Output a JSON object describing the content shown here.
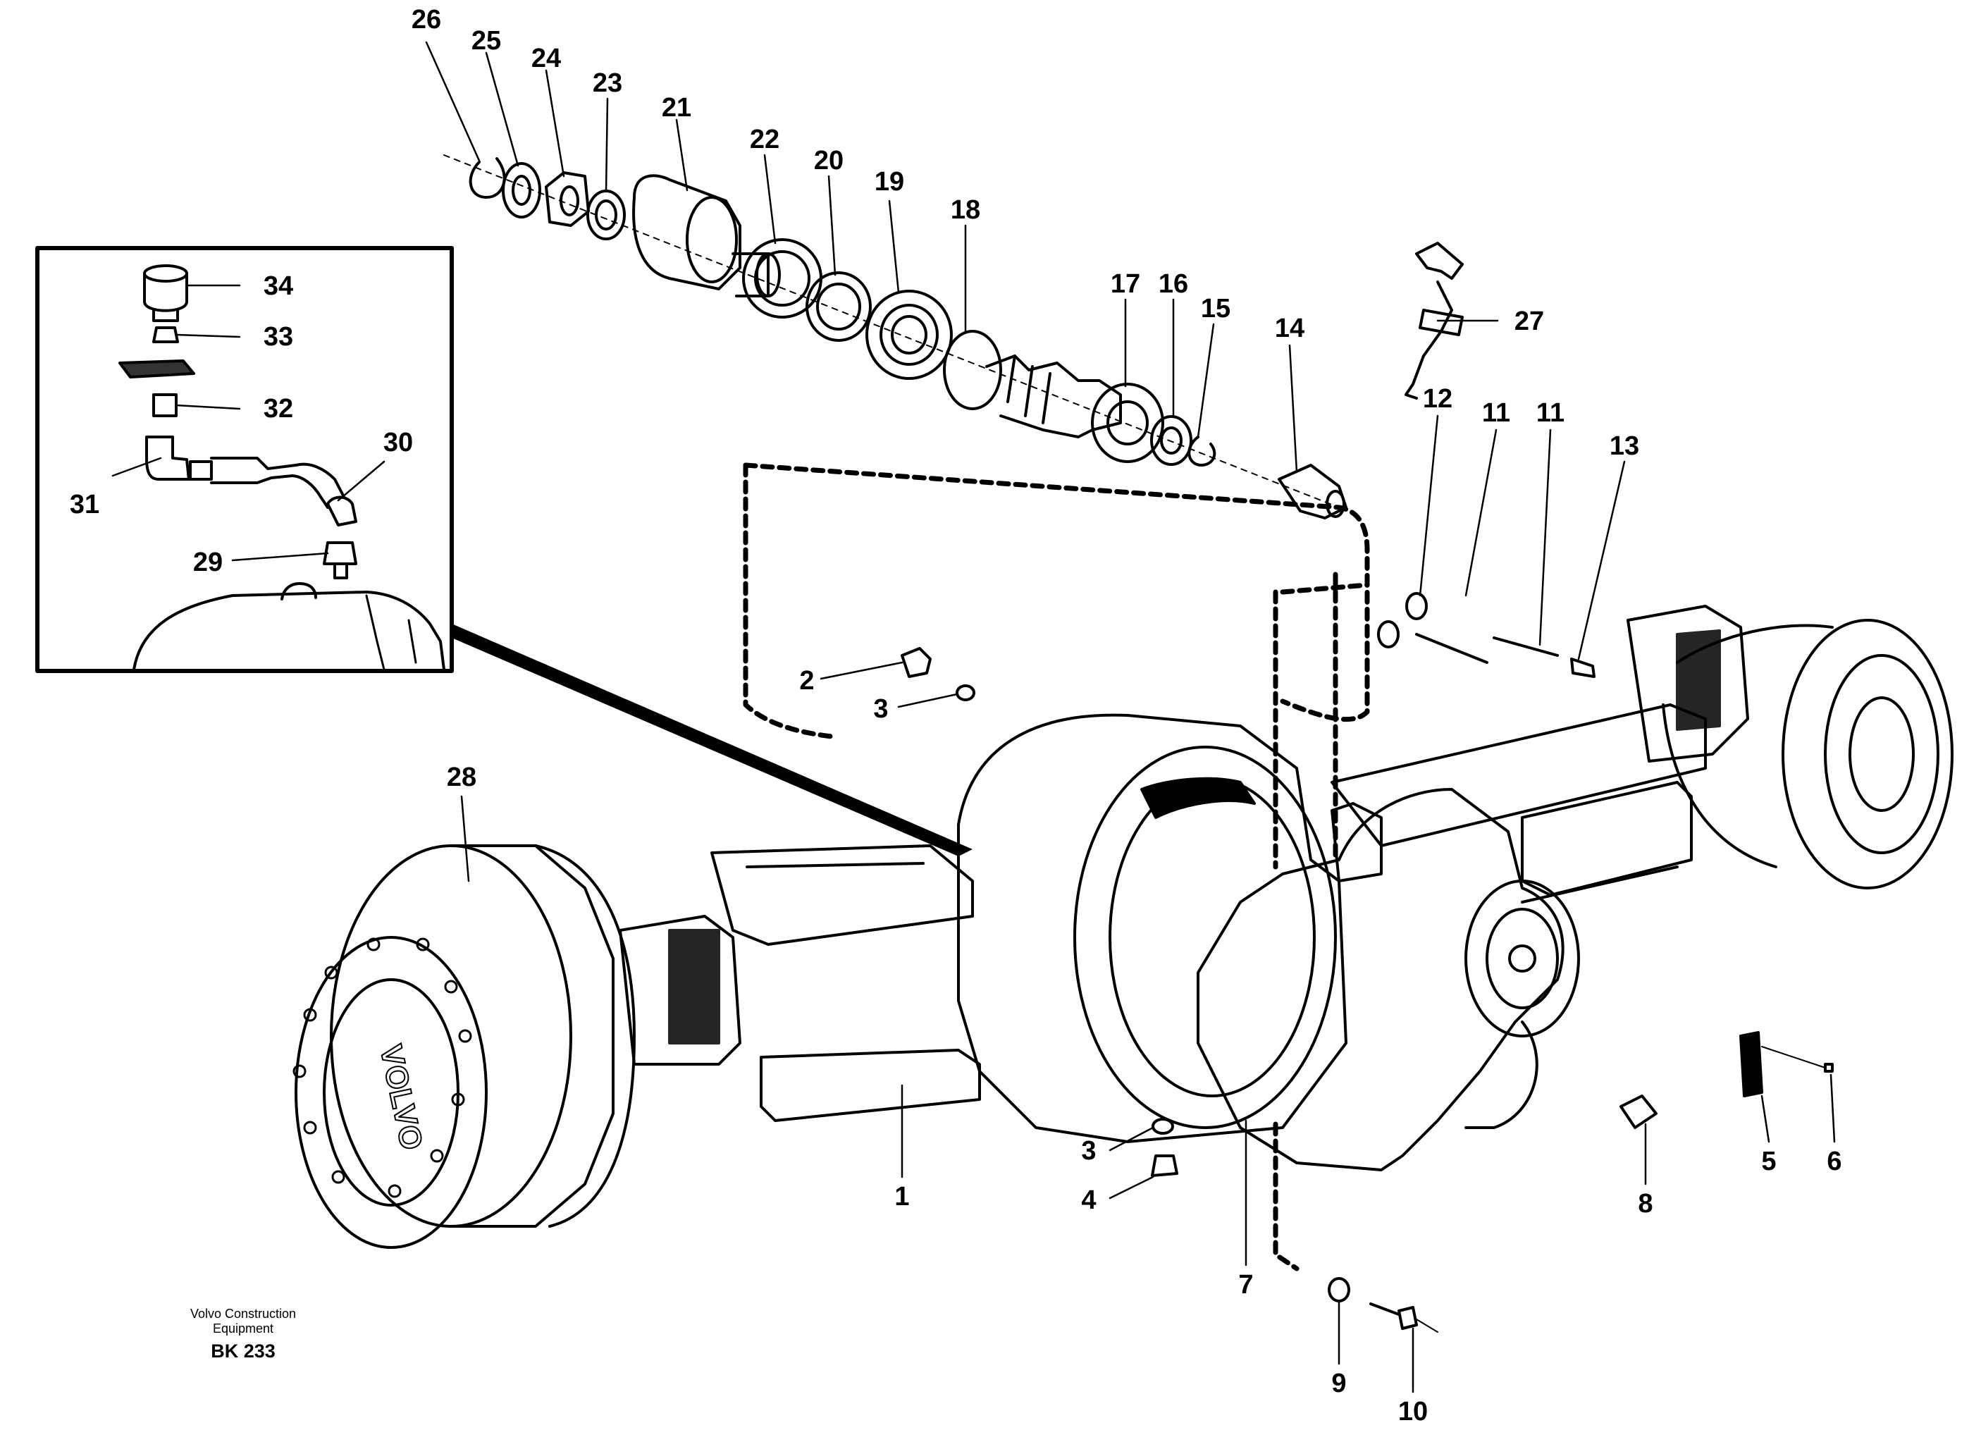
{
  "figure": {
    "callouts": [
      "26",
      "25",
      "24",
      "23",
      "21",
      "22",
      "20",
      "19",
      "18",
      "17",
      "16",
      "15",
      "14",
      "27",
      "12",
      "11",
      "11",
      "13",
      "34",
      "33",
      "32",
      "30",
      "31",
      "29",
      "2",
      "3",
      "28",
      "1",
      "3",
      "4",
      "7",
      "8",
      "5",
      "6",
      "9",
      "10"
    ],
    "brand_mark": "VOLVO",
    "credit": {
      "line1": "Volvo Construction",
      "line2": "Equipment",
      "code": "BK 233"
    }
  }
}
